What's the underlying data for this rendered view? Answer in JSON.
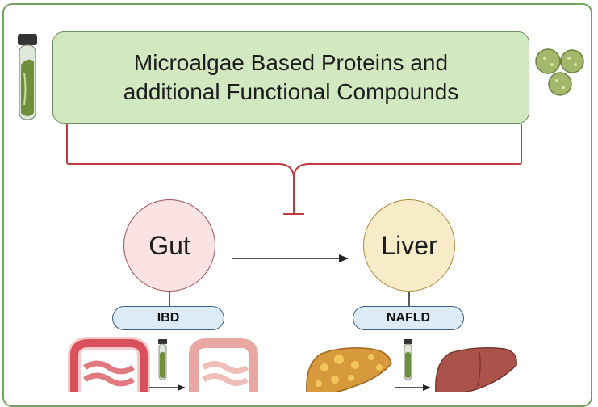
{
  "header": {
    "title": "Microalgae Based Proteins and\nadditional Functional Compounds"
  },
  "nodes": {
    "gut": "Gut",
    "liver": "Liver"
  },
  "conditions": {
    "gut": "IBD",
    "liver": "NAFLD"
  },
  "colors": {
    "frame": "#74a35d",
    "title_box": "#d2e8c1",
    "inhibit_line": "#c0393f",
    "gut_fill": "#fbe3e4",
    "liver_fill": "#f9ecc9",
    "pill_fill": "#dcebf6"
  },
  "icons": [
    "test-tube-icon",
    "microalgae-cells-icon",
    "inflamed-intestine-icon",
    "healthy-intestine-icon",
    "fatty-liver-icon",
    "healthy-liver-icon"
  ]
}
